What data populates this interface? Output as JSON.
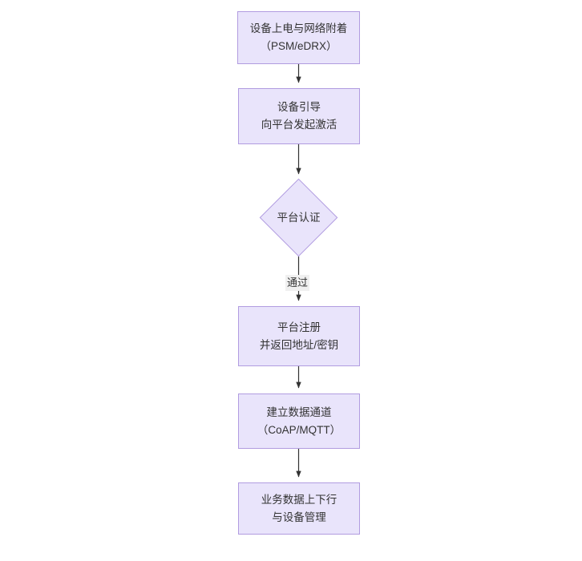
{
  "diagram": {
    "type": "flowchart",
    "direction": "top-to-bottom",
    "title": "",
    "theme": {
      "node_fill": "#e9e4fb",
      "node_border": "#b19ce0",
      "text_color": "#333333",
      "edge_color": "#333333",
      "edge_label_bg": "#f0f0f0",
      "background": "#ffffff"
    },
    "nodes": [
      {
        "id": "n1",
        "shape": "rect",
        "lines": [
          "设备上电与网络附着",
          "（PSM/eDRX）"
        ]
      },
      {
        "id": "n2",
        "shape": "rect",
        "lines": [
          "设备引导",
          "向平台发起激活"
        ]
      },
      {
        "id": "n3",
        "shape": "diamond",
        "lines": [
          "平台认证"
        ]
      },
      {
        "id": "n4",
        "shape": "rect",
        "lines": [
          "平台注册",
          "并返回地址/密钥"
        ]
      },
      {
        "id": "n5",
        "shape": "rect",
        "lines": [
          "建立数据通道",
          "（CoAP/MQTT）"
        ]
      },
      {
        "id": "n6",
        "shape": "rect",
        "lines": [
          "业务数据上下行",
          "与设备管理"
        ]
      }
    ],
    "edges": [
      {
        "from": "n1",
        "to": "n2",
        "label": ""
      },
      {
        "from": "n2",
        "to": "n3",
        "label": ""
      },
      {
        "from": "n3",
        "to": "n4",
        "label": "通过"
      },
      {
        "from": "n4",
        "to": "n5",
        "label": ""
      },
      {
        "from": "n5",
        "to": "n6",
        "label": ""
      }
    ]
  }
}
